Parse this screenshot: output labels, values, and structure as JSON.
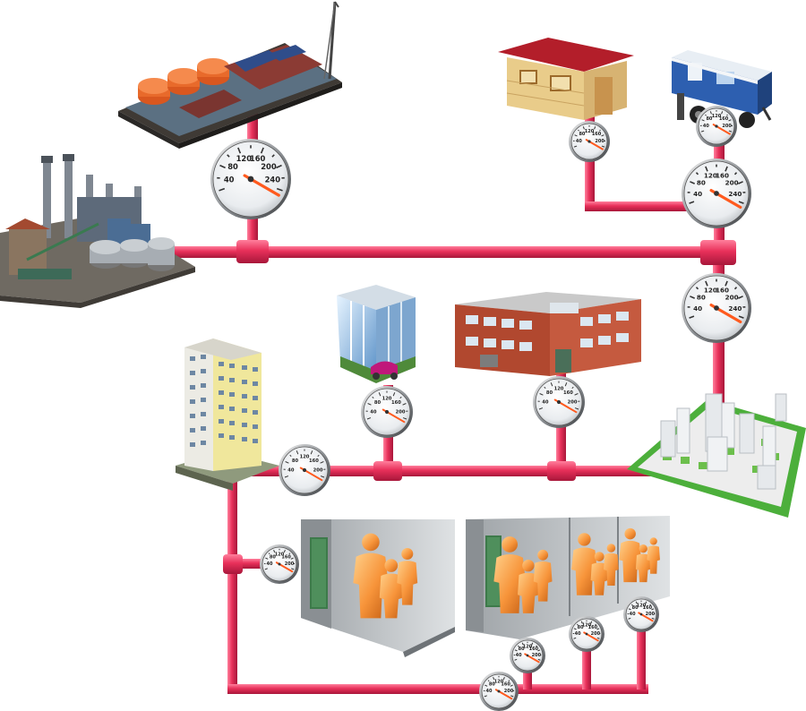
{
  "colors": {
    "pipe": "#e8305a",
    "pipe_dark": "#b81e43",
    "gauge_needle": "#ff5a1e",
    "person": "#f7943a",
    "room_wall": "#b9bdc0",
    "door": "#3d7a4a"
  },
  "large_gauge_ticks": [
    "40",
    "80",
    "120",
    "160",
    "200",
    "240"
  ],
  "small_gauge_ticks": [
    "40",
    "80",
    "120",
    "160",
    "200"
  ],
  "icons": [
    "oil-platform-icon",
    "refinery-plant-icon",
    "wooden-house-icon",
    "site-trailer-icon",
    "office-building-icon",
    "brick-factory-icon",
    "residential-tower-icon",
    "city-district-icon",
    "apartment-room-icon",
    "apartment-row-icon",
    "family-icon"
  ]
}
